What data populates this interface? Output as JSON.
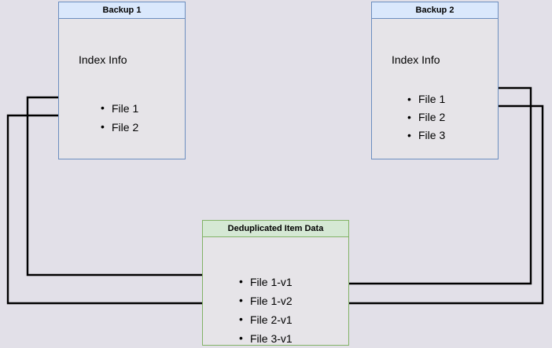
{
  "diagram": {
    "title_semantic": "backup-deduplication-diagram",
    "background_color": "#e2e0e8",
    "edge_color": "#000000",
    "nodes": [
      {
        "id": "backup1",
        "header": "Backup 1",
        "subtitle": "Index Info",
        "items": [
          "File 1",
          "File 2"
        ],
        "fill": "#e6e4e8",
        "header_fill": "#dae8fc",
        "border": "#6c8ebf"
      },
      {
        "id": "backup2",
        "header": "Backup 2",
        "subtitle": "Index Info",
        "items": [
          "File 1",
          "File 2",
          "File 3"
        ],
        "fill": "#e6e4e8",
        "header_fill": "#dae8fc",
        "border": "#6c8ebf"
      },
      {
        "id": "dedup",
        "header": "Deduplicated Item Data",
        "subtitle": "",
        "items": [
          "File 1-v1",
          "File 1-v2",
          "File 2-v1",
          "File 3-v1"
        ],
        "fill": "#e6e4e8",
        "header_fill": "#d5e8d4",
        "border": "#82b366"
      }
    ],
    "edges": [
      {
        "from": "backup1.File 1",
        "to": "dedup.File 1-v1",
        "arrow": "end"
      },
      {
        "from": "backup1.File 2",
        "to": "dedup.File 2-v1",
        "arrow": "end"
      },
      {
        "from": "backup2.File 1",
        "to": "dedup.File 1-v2",
        "arrow": "end"
      },
      {
        "from": "backup2.File 2",
        "to": "dedup.File 2-v1",
        "arrow": "end"
      }
    ]
  }
}
